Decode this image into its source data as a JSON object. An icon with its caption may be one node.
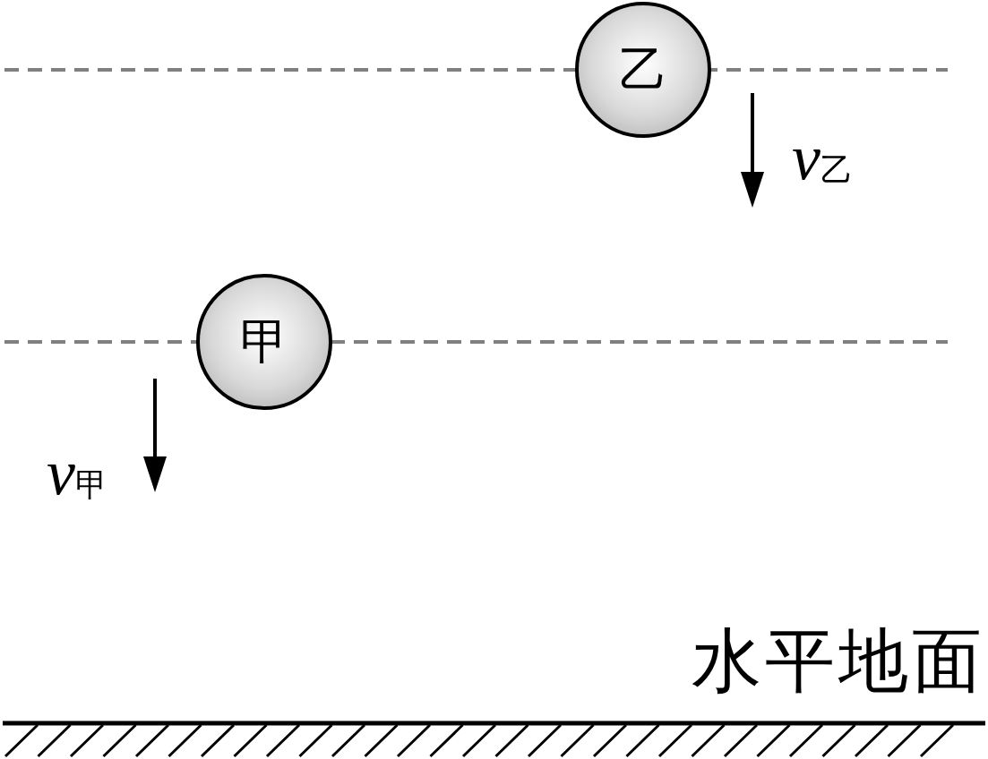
{
  "diagram": {
    "nodes": [
      {
        "text": [
          "乙"
        ]
      },
      {
        "text": [
          "甲"
        ]
      }
    ],
    "labels": [
      "*v*$_{乙}$",
      "*v*$_{甲}$",
      "水平地面"
    ]
  }
}
